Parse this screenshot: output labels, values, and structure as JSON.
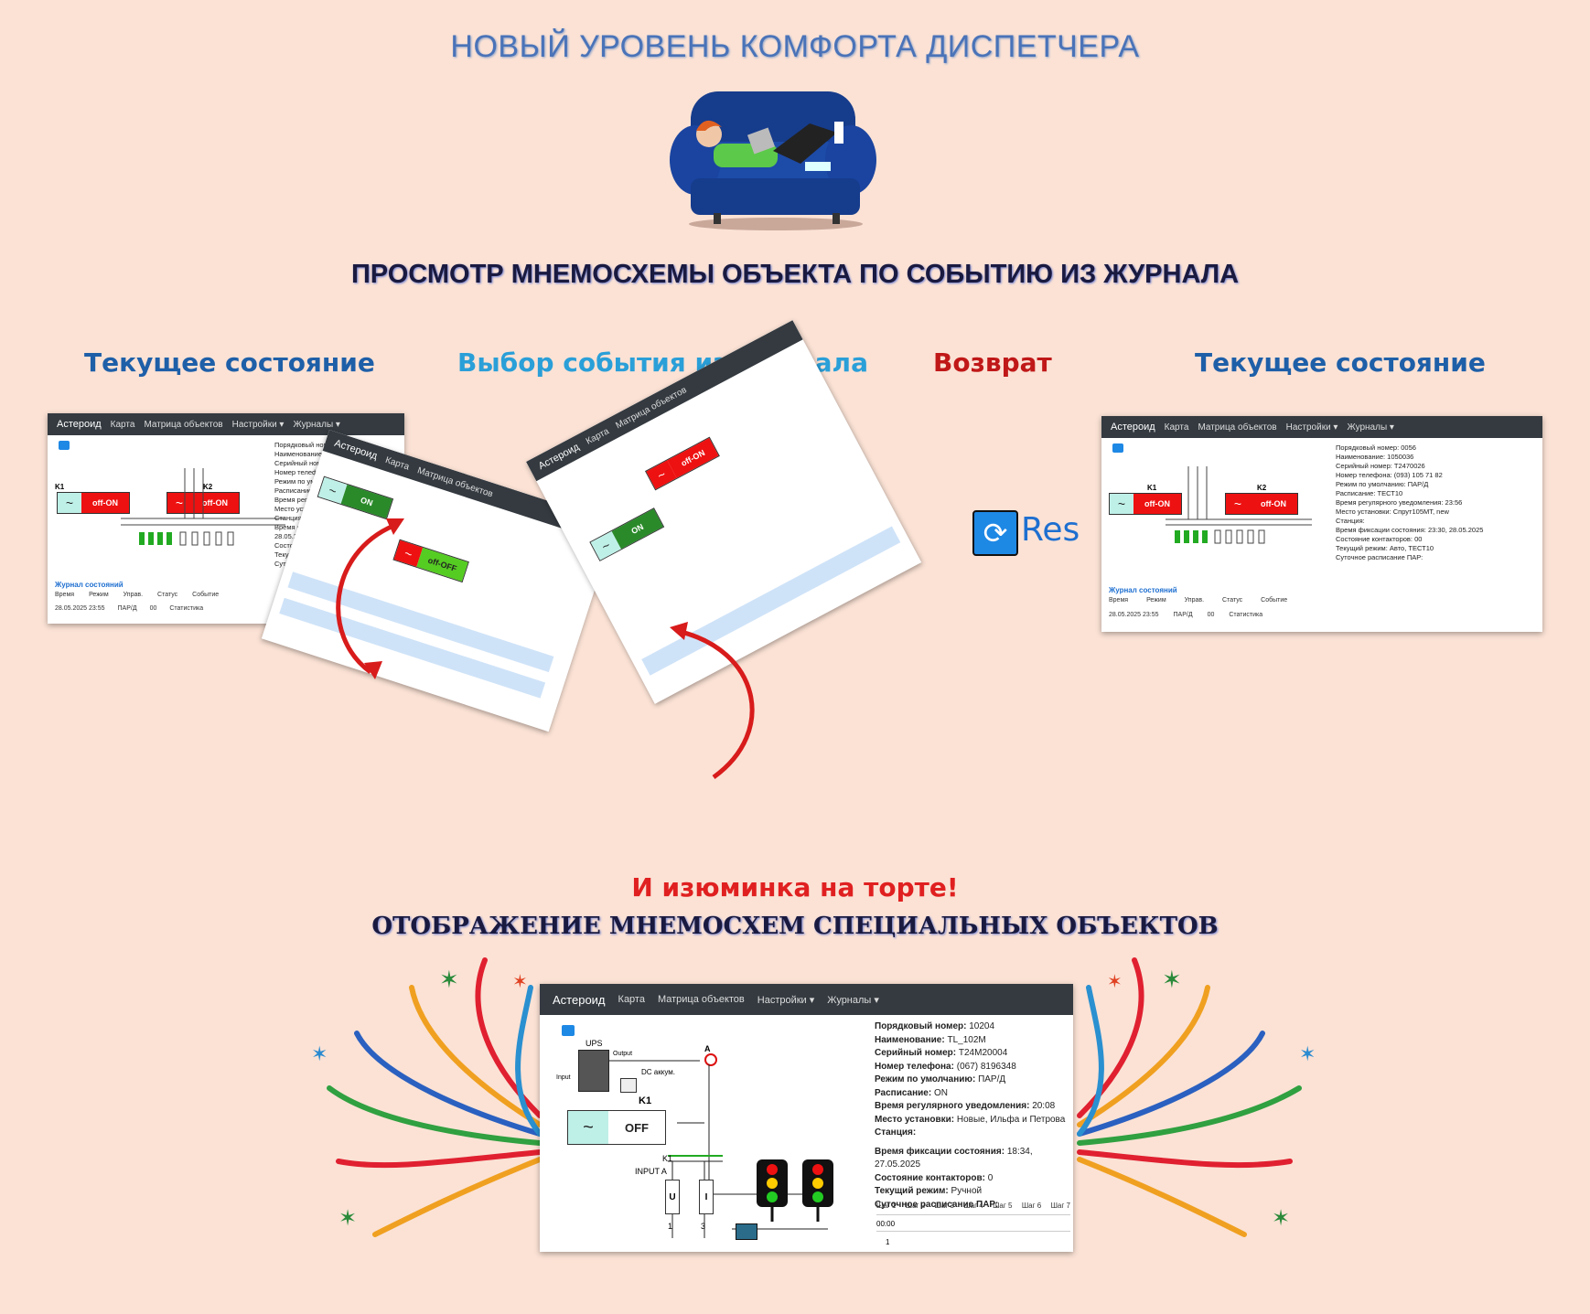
{
  "headline": "НОВЫЙ УРОВЕНЬ КОМФОРТА ДИСПЕТЧЕРА",
  "subheadline": "ПРОСМОТР МНЕМОСХЕМЫ ОБЪЕКТА ПО СОБЫТИЮ ИЗ ЖУРНАЛА",
  "captions": {
    "current1": "Текущее состояние",
    "select": "Выбор события из журнала",
    "back": "Возврат",
    "current2": "Текущее состояние"
  },
  "highlight": "И изюминка на торте!",
  "special_title": "ОТОБРАЖЕНИЕ МНЕМОСХЕМ СПЕЦИАЛЬНЫХ ОБЪЕКТОВ",
  "res_label": "Res",
  "colors": {
    "blue_title": "#4a73b8",
    "caption_blue": "#1e5fa8",
    "caption_cyan": "#2a9fd8",
    "caption_red": "#c01818",
    "accent": "#1e88e5"
  },
  "small_card": {
    "nav": [
      "Астероид",
      "Карта",
      "Матрица объектов",
      "Настройки ▾",
      "Журналы ▾"
    ],
    "k1": "K1",
    "k2": "K2",
    "state": "off-ON",
    "info": [
      "Порядковый номер: 0056",
      "Наименование: 1050036",
      "Серийный номер: T2470026",
      "Номер телефона: (093) 105 71 82",
      "Режим по умолчанию: ПАР/Д",
      "Расписание: ТЕСТ10",
      "Время регулярного уведомления: 23:56",
      "Место установки: Спрут105MT, new",
      "Станция:",
      "Время фиксации состояния: 23:30, 28.05.2025",
      "Состояние контакторов: 00",
      "Текущий режим: Авто, ТЕСТ10",
      "Суточное расписание ПАР:"
    ],
    "journal": "Журнал состояний",
    "cols": [
      "Время",
      "Режим",
      "Управ.",
      "Статус",
      "Событие"
    ],
    "row": [
      "28.05.2025 23:55",
      "ПАР/Д",
      "00",
      "",
      "Статистика"
    ]
  },
  "big_card": {
    "nav": [
      "Астероид",
      "Карта",
      "Матрица объектов",
      "Настройки ▾",
      "Журналы ▾"
    ],
    "ups": "UPS",
    "output": "Output",
    "input": "Input",
    "dc": "DC аккум.",
    "a": "A",
    "k1": "K1",
    "k1_state": "OFF",
    "k1_label": "K1",
    "input_a": "INPUT  A",
    "u": "U",
    "i": "I",
    "n1": "1",
    "n3": "3",
    "info": [
      {
        "k": "Порядковый номер:",
        "v": "10204"
      },
      {
        "k": "Наименование:",
        "v": "TL_102M"
      },
      {
        "k": "Серийный номер:",
        "v": "T24M20004"
      },
      {
        "k": "Номер телефона:",
        "v": "(067) 8196348"
      },
      {
        "k": "Режим по умолчанию:",
        "v": "ПАР/Д"
      },
      {
        "k": "Расписание:",
        "v": "ON"
      },
      {
        "k": "Время регулярного уведомления:",
        "v": "20:08"
      },
      {
        "k": "Место установки:",
        "v": "Новые, Ильфа и Петрова"
      },
      {
        "k": "Станция:",
        "v": ""
      },
      {
        "k": "Время фиксации состояния:",
        "v": "18:34, 27.05.2025"
      },
      {
        "k": "Состояние контакторов:",
        "v": "0"
      },
      {
        "k": "Текущий режим:",
        "v": "Ручной"
      },
      {
        "k": "Суточное расписание ПАР:",
        "v": ""
      }
    ],
    "steps": [
      "Шаг 1",
      "Шаг 2",
      "Шаг 3",
      "Шаг 4",
      "Шаг 5",
      "Шаг 6",
      "Шаг 7"
    ],
    "step_time": "00:00",
    "step_val": "1"
  }
}
